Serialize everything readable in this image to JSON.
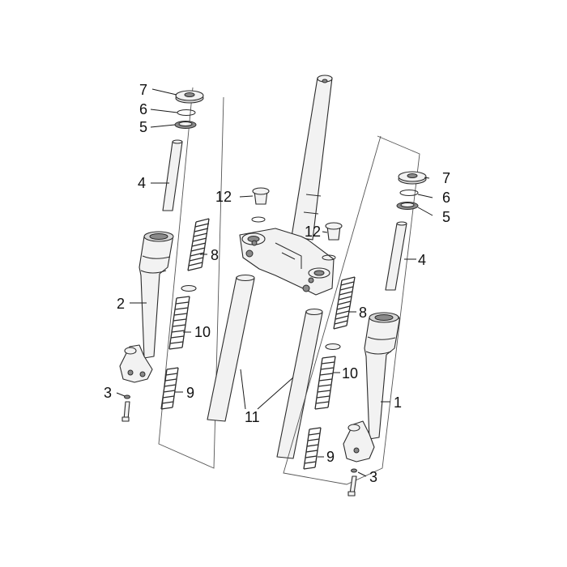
{
  "callouts": {
    "c1": "1",
    "c2": "2",
    "c3_left": "3",
    "c3_right": "3",
    "c4_left": "4",
    "c4_right": "4",
    "c5_left": "5",
    "c5_right": "5",
    "c6_left": "6",
    "c6_right": "6",
    "c7_left": "7",
    "c7_right": "7",
    "c8_left": "8",
    "c8_right": "8",
    "c9_left": "9",
    "c9_right": "9",
    "c10_left": "10",
    "c10_right": "10",
    "c11": "11",
    "c12_left": "12",
    "c12_right": "12"
  },
  "colors": {
    "line": "#2b2b2b",
    "fill": "#f2f2f2",
    "shade": "#d9d9d9",
    "background": "#ffffff"
  }
}
